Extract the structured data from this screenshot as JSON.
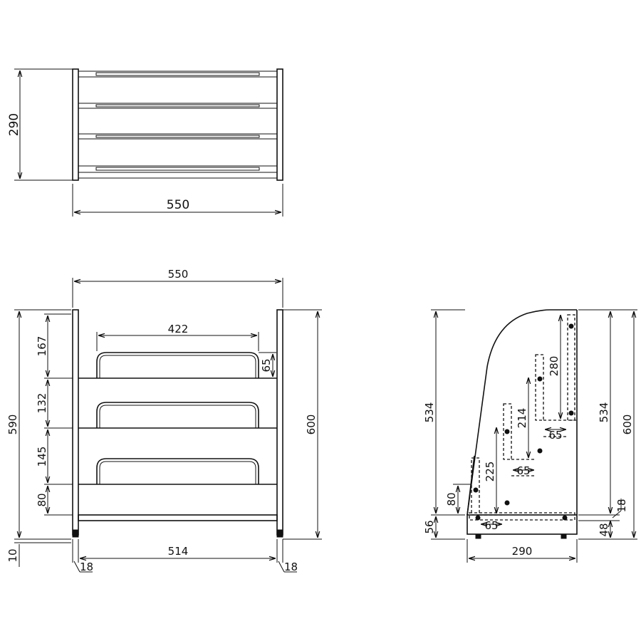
{
  "top_view": {
    "height_label": "290",
    "width_label": "550"
  },
  "front_view": {
    "overall_width_label": "550",
    "rail_width_label": "422",
    "rail_height_label": "65",
    "spacing_labels": [
      "167",
      "132",
      "145",
      "80"
    ],
    "inner_height_label": "590",
    "overall_height_label": "600",
    "foot_height_label": "10",
    "between_legs_label": "514",
    "left_leg_label": "18",
    "right_leg_label": "18"
  },
  "side_view": {
    "left_height_label": "534",
    "base_height_label": "56",
    "lower_step_label": "80",
    "step_label_1": "65",
    "step_label_2": "65",
    "step_label_3": "65",
    "rise_label_1": "225",
    "rise_label_2": "214",
    "rise_label_3": "280",
    "right_height_label": "534",
    "overall_height_label": "600",
    "right_base_label": "48",
    "right_top_label": "18",
    "depth_label": "290"
  }
}
